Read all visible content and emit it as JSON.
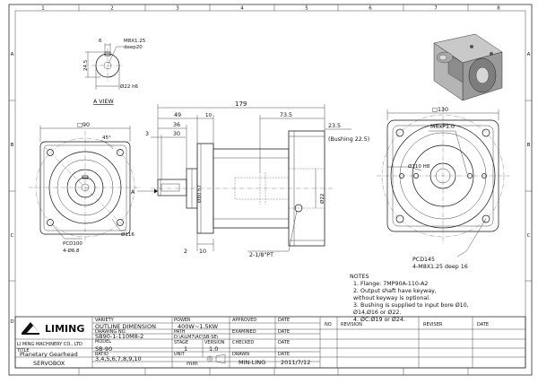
{
  "sheet": {
    "columns": [
      "1",
      "2",
      "3",
      "4",
      "5",
      "6",
      "7",
      "8"
    ],
    "rows": [
      "A",
      "B",
      "C",
      "D"
    ]
  },
  "view_a": {
    "label": "A VIEW",
    "thread": "M8X1.25",
    "depth": "deep20",
    "key": "6",
    "height": "24.5",
    "shaft": "Ø22 h6"
  },
  "front": {
    "square": "□90",
    "angle": "45°",
    "pcd": "PCD100",
    "holes": "4-Ø6.8",
    "dia": "Ø116"
  },
  "side": {
    "overall": "179",
    "d49": "49",
    "d10": "10",
    "d36": "36",
    "d30": "30",
    "d3": "3",
    "d735": "73.5",
    "d235": "23.5",
    "bushing": "(Bushing 22.5)",
    "pilot": "Ø80 h7",
    "bore": "Ø22",
    "d2": "2",
    "d10b": "10",
    "plug": "2-1/8\"PT",
    "arrow": "A"
  },
  "rear": {
    "square": "□130",
    "screw": "M6xP1.0",
    "pilot": "Ø110 H8",
    "pcd": "PCD145",
    "holes": "4-M8X1.25  deep 16"
  },
  "notes": {
    "heading": "NOTES",
    "items": [
      "1. Flange: 7MP90A-110-A2",
      "2. Output shaft have keyway,",
      "    without keyway is optional.",
      "3. Bushing is supplied to input bore Ø10,",
      "    Ø14,Ø16 or Ø22.",
      "4. ØC:Ø19 or Ø24."
    ]
  },
  "title_block": {
    "company_logo": "LIMING",
    "company": "LI MING MACHINERY CO., LTD",
    "variety_label": "VARIETY",
    "variety": "OUTLINE DIMENSION",
    "power_label": "POWER",
    "power": "400W~1.5KW",
    "approved_label": "APPROVED",
    "date_label_1": "DATE",
    "drawing_no_label": "DRAWING NO.",
    "drawing_no": "SB90-1-110M8-2",
    "path_label": "PATH",
    "path": "D:\\A\\LM7\\AC\\SB-SE\\",
    "examined_label": "EXAMINED",
    "date_label_2": "DATE",
    "title_label": "TITLE",
    "title": "Planetary Gearhead",
    "model_label": "MODEL",
    "model": "SB-90",
    "stage_label": "STAGE",
    "stage": "1",
    "version_label": "VERSION",
    "version": "1.0",
    "checked_label": "CHECKED",
    "date_label_3": "DATE",
    "product": "SERVOBOX",
    "ratio_label": "RATIO",
    "ratio": "3,4,5,6,7,8,9,10",
    "unit_label": "UNIT",
    "unit": "mm",
    "drawn_label": "DRAWN",
    "drawn": "MIN-LING",
    "date_label_4": "DATE",
    "date": "2011/7/12",
    "rev_no_label": "NO",
    "revision_label": "REVISION",
    "reviser_label": "REVISER",
    "rev_date_label": "DATE"
  }
}
